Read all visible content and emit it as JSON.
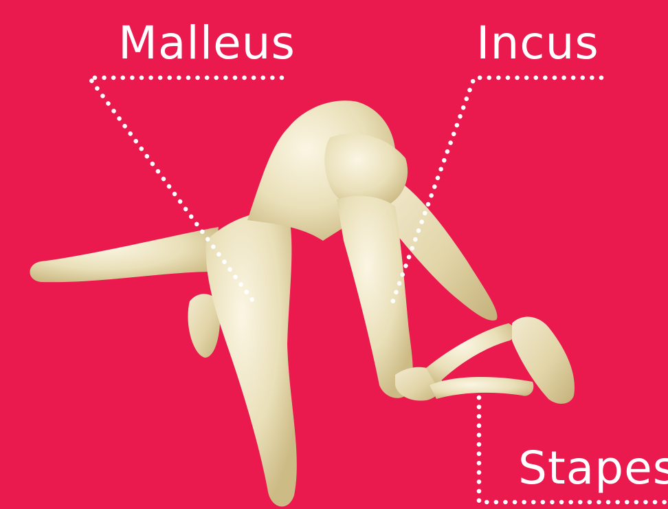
{
  "colors": {
    "background": "#ea1a4f",
    "bone_light": "#f2ead0",
    "bone_mid": "#e2d5a8",
    "bone_shadow": "#c4b17a",
    "leader_line": "#ffffff",
    "label_text": "#ffffff"
  },
  "labels": {
    "malleus": "Malleus",
    "incus": "Incus",
    "stapes": "Stapes"
  }
}
